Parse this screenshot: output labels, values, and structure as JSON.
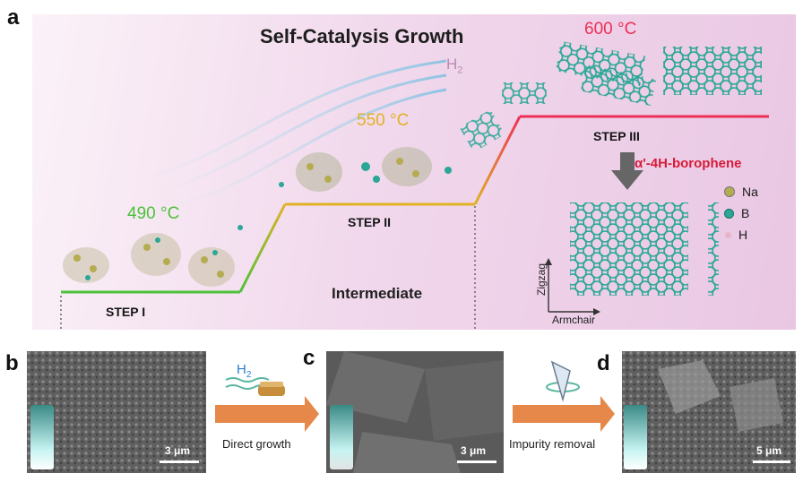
{
  "panels": {
    "a": "a",
    "b": "b",
    "c": "c",
    "d": "d"
  },
  "title": "Self-Catalysis Growth",
  "steps": [
    {
      "label": "STEP I",
      "temp": "490 °C",
      "color": "#4cc23a"
    },
    {
      "label": "STEP II",
      "temp": "550 °C",
      "color": "#e0b226"
    },
    {
      "label": "STEP III",
      "temp": "600 °C",
      "color": "#ee2f55"
    }
  ],
  "gas": {
    "symbol": "H",
    "subscript": "2"
  },
  "intermediate": "Intermediate",
  "product": "α'-4H-borophene",
  "legend": [
    {
      "label": "Na",
      "color": "#b5ac52"
    },
    {
      "label": "B",
      "color": "#2aa796"
    },
    {
      "label": "H",
      "color": "#e7b5c8"
    }
  ],
  "axes": {
    "vertical": "Zigzag",
    "horizontal": "Armchair"
  },
  "scalebars": {
    "b": "3 μm",
    "c": "3 μm",
    "d": "5 μm"
  },
  "arrows": {
    "growth": "Direct growth",
    "removal": "Impurity removal"
  },
  "colors": {
    "arrow": "#e37b35",
    "gradient_start": "#4cc23a",
    "gradient_mid": "#e0b226",
    "gradient_end": "#ee2f55",
    "crystal": "#2aa796"
  }
}
